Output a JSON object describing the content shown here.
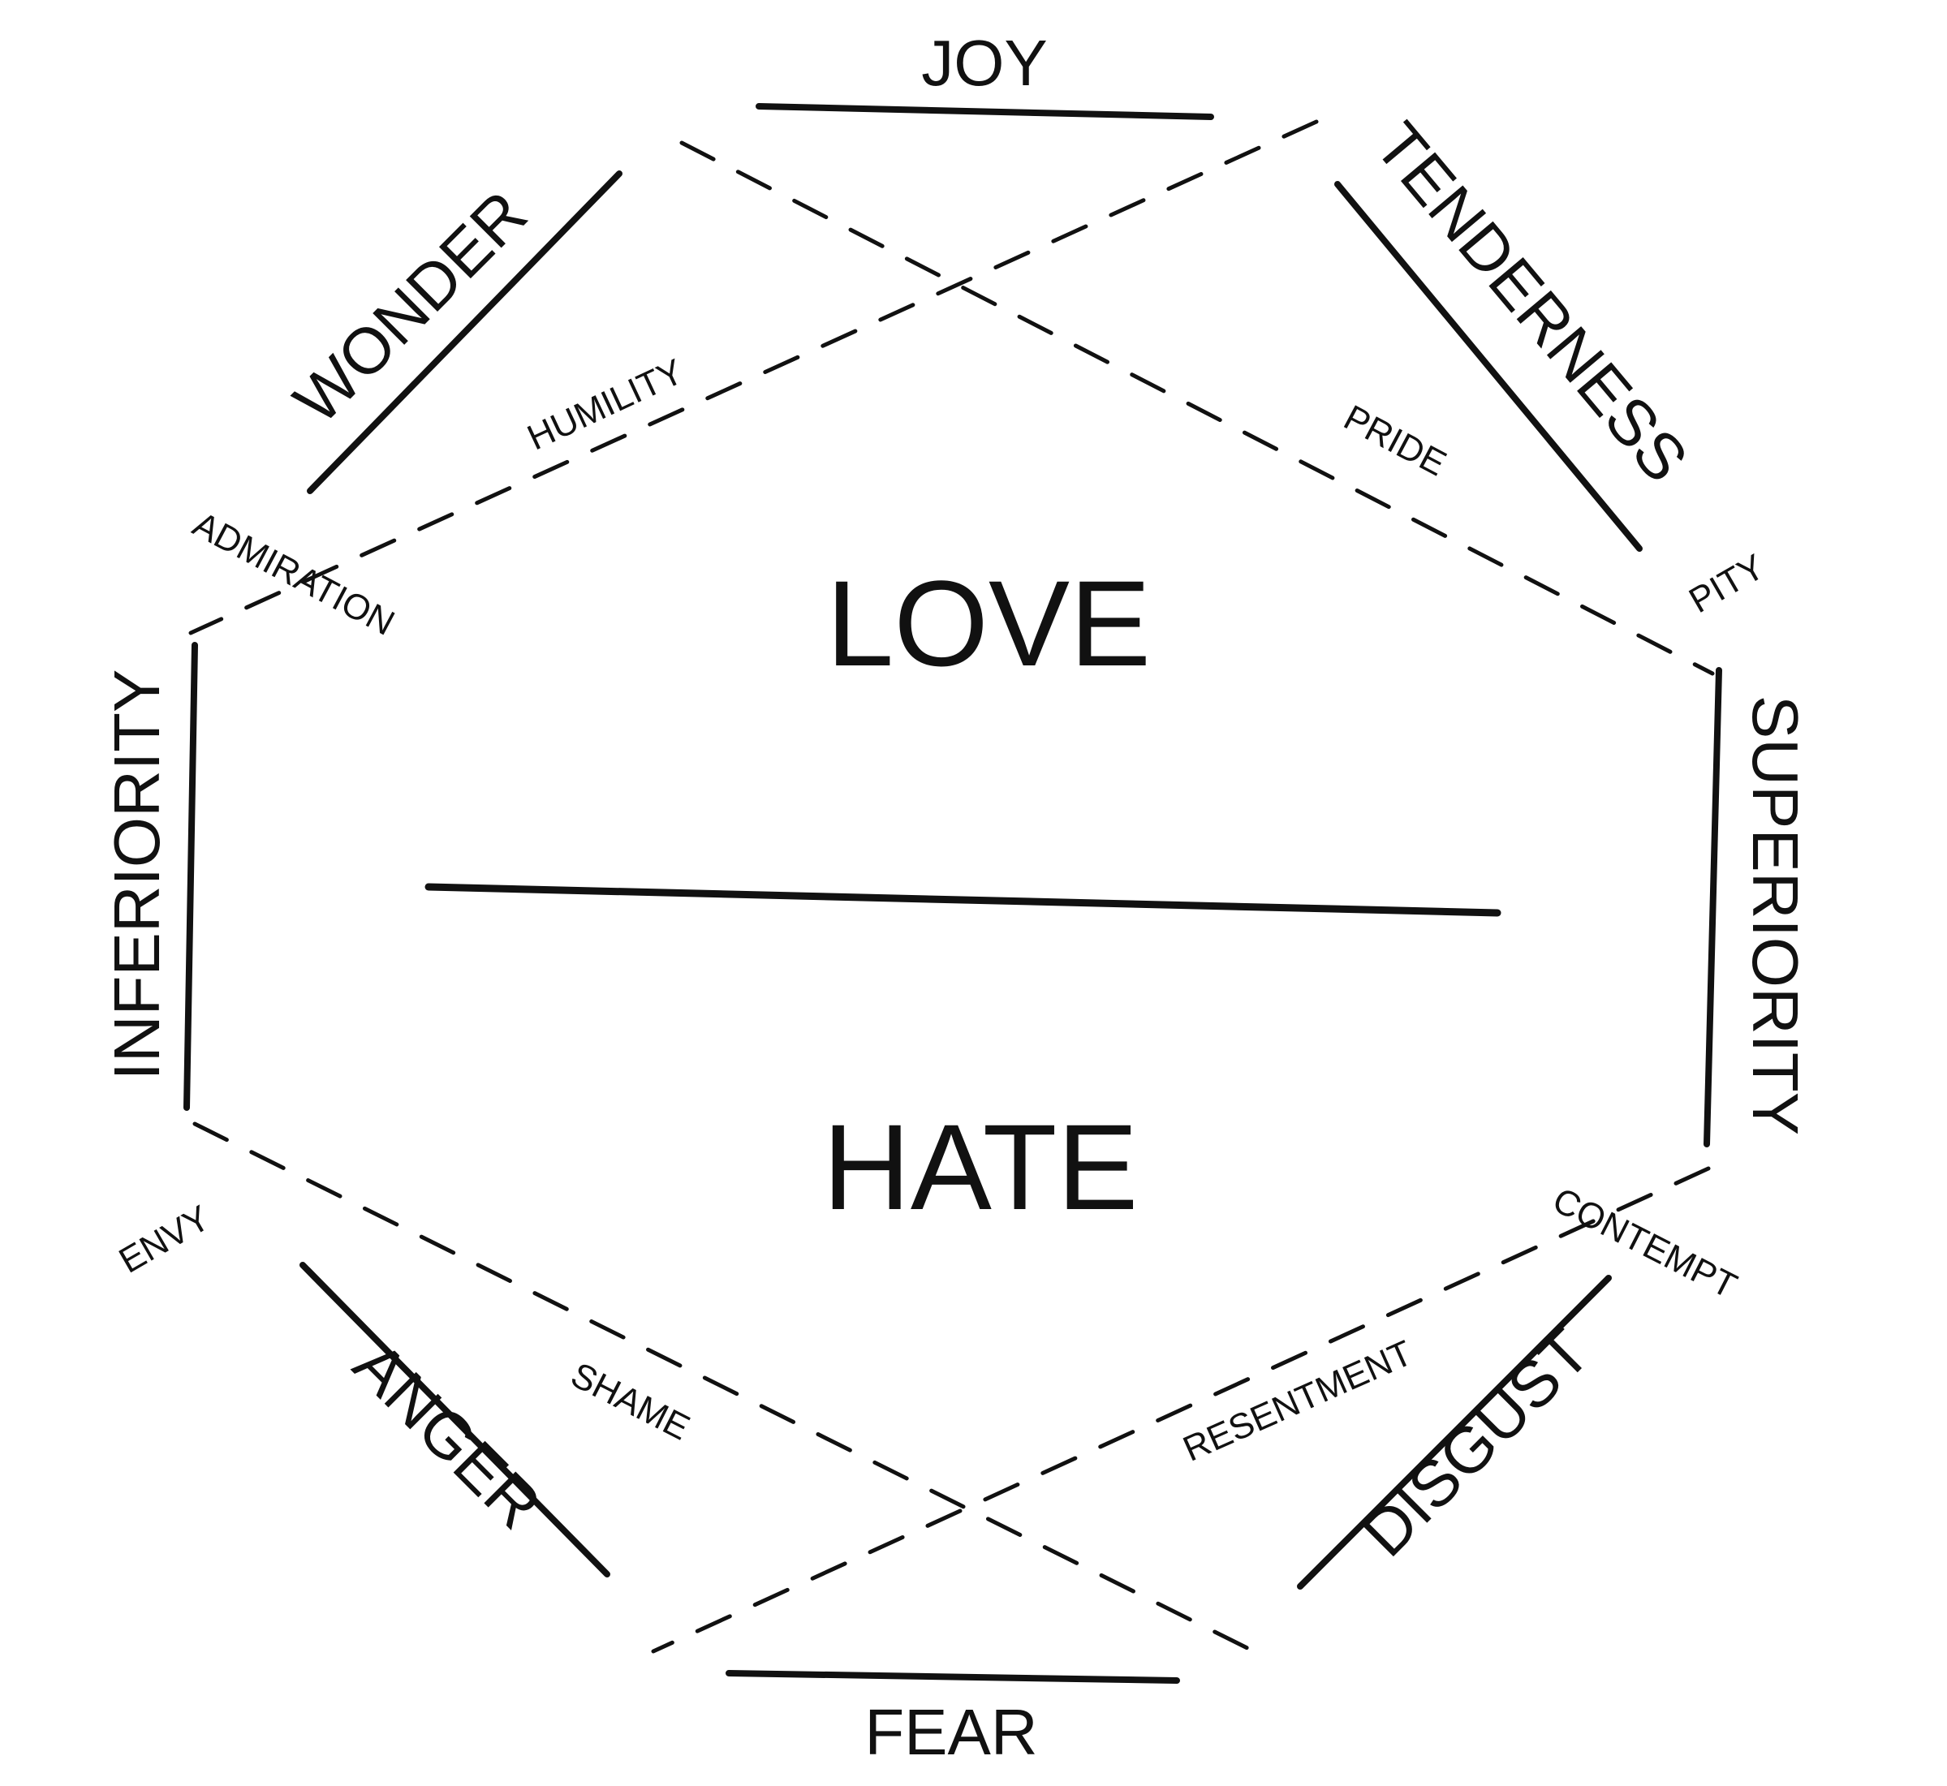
{
  "center": {
    "top": "LOVE",
    "bottom": "HATE"
  },
  "emotions": {
    "joy": "JOY",
    "tenderness": "TENDERNESS",
    "superiority": "SUPERIORITY",
    "disgust": "DISGUST",
    "fear": "FEAR",
    "anger": "ANGER",
    "inferiority": "INFERIORITY",
    "wonder": "WONDER"
  },
  "sentiments": {
    "humility": "HUMILITY",
    "pride": "PRIDE",
    "pity": "PITY",
    "admiration": "ADMIRATION",
    "contempt": "CONTEMPT",
    "envy": "ENVY",
    "shame": "SHAME",
    "resentment": "RESENTMENT"
  }
}
